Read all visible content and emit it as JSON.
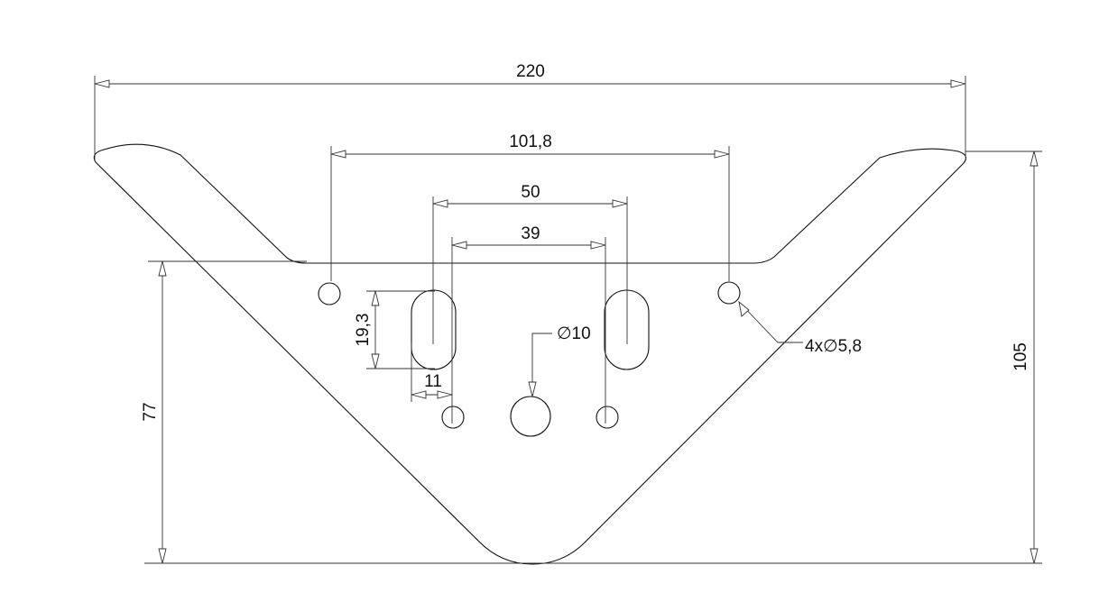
{
  "dimensions": {
    "overall_width": "220",
    "outer_hole_spacing": "101,8",
    "slot_spacing": "50",
    "small_hole_spacing": "39",
    "slot_length": "19,3",
    "slot_width": "11",
    "center_hole": "∅10",
    "corner_holes": "4x∅5,8",
    "height_lower": "77",
    "height_total": "105"
  }
}
